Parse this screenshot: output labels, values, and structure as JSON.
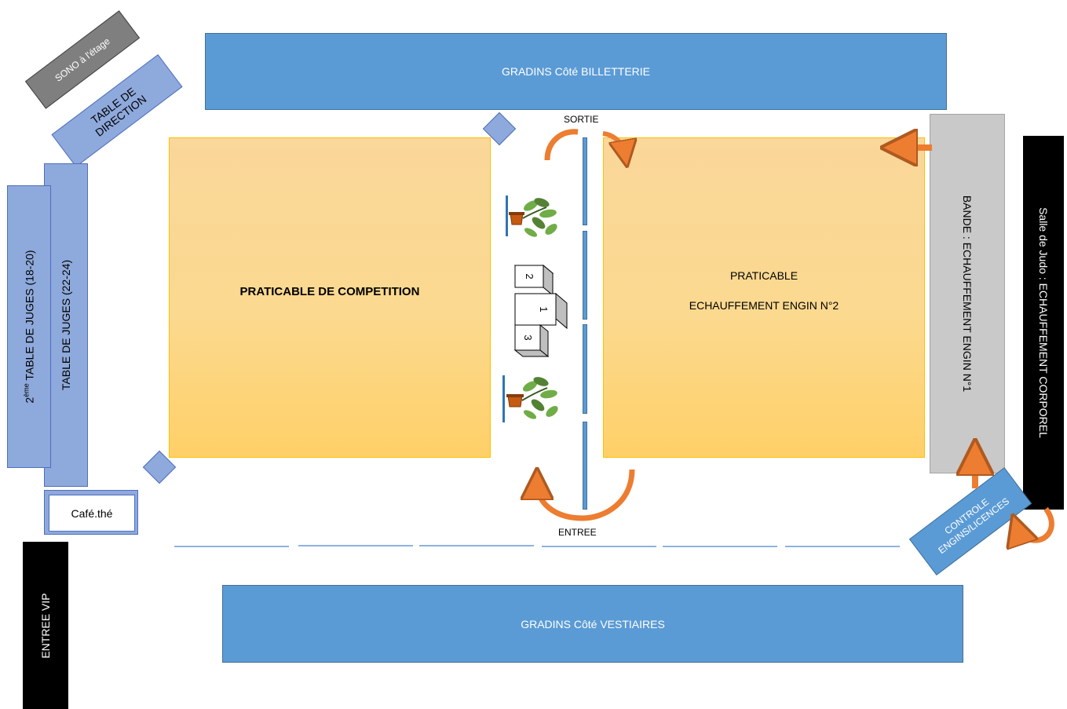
{
  "stands": {
    "top": "GRADINS Côté BILLETTERIE",
    "bottom": "GRADINS Côté VESTIAIRES"
  },
  "left": {
    "sono": "SONO à l'étage",
    "direction_line1": "TABLE DE",
    "direction_line2": "DIRECTION",
    "judges_2_prefix": "2",
    "judges_2_sup": "ème",
    "judges_2_rest": " TABLE DE JUGES (18-20)",
    "judges_1": "TABLE DE JUGES (22-24)",
    "cafe": "Café.thé",
    "vip": "ENTREE VIP"
  },
  "center": {
    "exit": "SORTIE",
    "entry": "ENTREE",
    "podium": [
      "2",
      "1",
      "3"
    ]
  },
  "areas": {
    "competition": "PRATICABLE DE COMPETITION",
    "warmup2_line1": "PRATICABLE",
    "warmup2_line2": "ECHAUFFEMENT ENGIN N°2"
  },
  "right": {
    "band": "BANDE : ECHAUFFEMENT ENGIN N°1",
    "judo": "Salle de Judo : ECHAUFFEMENT CORPOREL",
    "control_line1": "CONTROLE",
    "control_line2": "ENGINS/LICENCES"
  },
  "colors": {
    "stand_blue": "#5b9bd5",
    "judge_table": "#8ea9db",
    "practicable": "#fbd98f",
    "practicable_border": "#ffc000",
    "band_grey": "#c9c9c9",
    "arrow_orange": "#ed7d31"
  }
}
